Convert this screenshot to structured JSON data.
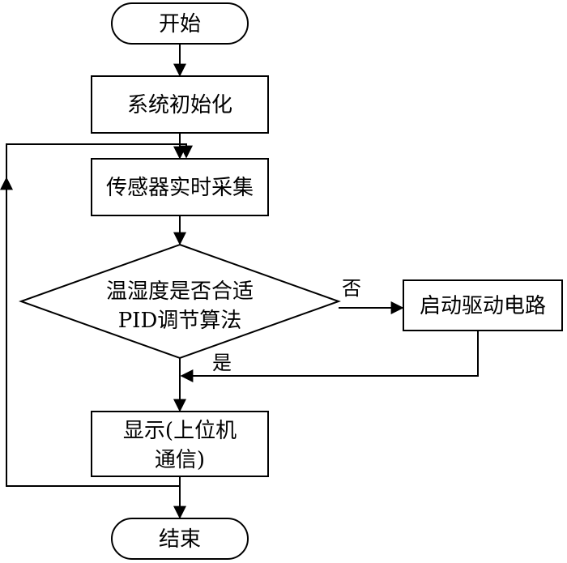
{
  "nodes": {
    "start": "开始",
    "init": "系统初始化",
    "collect": "传感器实时采集",
    "decision_line1": "温湿度是否合适",
    "decision_line2": "PID调节算法",
    "drive": "启动驱动电路",
    "display_line1": "显示(上位机",
    "display_line2": "通信)",
    "end": "结束"
  },
  "edges": {
    "no": "否",
    "yes": "是"
  }
}
